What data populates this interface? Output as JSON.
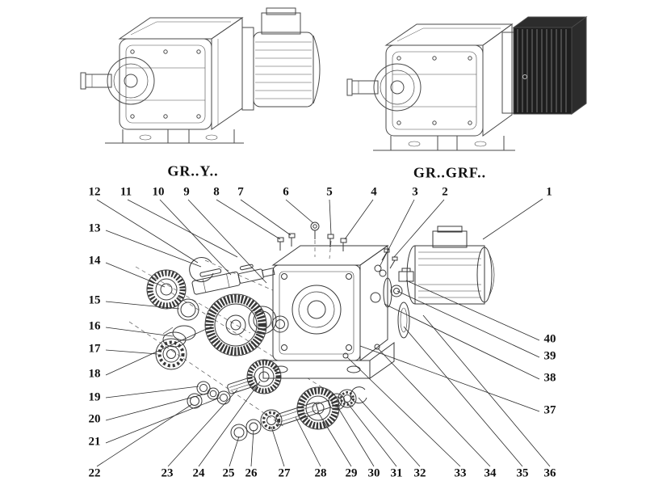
{
  "titles": {
    "left": "GR..Y..",
    "right": "GR..GRF.."
  },
  "callouts": {
    "top": [
      "12",
      "11",
      "10",
      "9",
      "8",
      "7",
      "6",
      "5",
      "4",
      "3",
      "2",
      "1"
    ],
    "left": [
      "13",
      "14",
      "15",
      "16",
      "17",
      "18",
      "19",
      "20",
      "21"
    ],
    "bottom": [
      "22",
      "23",
      "24",
      "25",
      "26",
      "27",
      "28",
      "29",
      "30",
      "31",
      "32",
      "33",
      "34",
      "35",
      "36"
    ],
    "right": [
      "40",
      "39",
      "38",
      "37"
    ]
  },
  "icons": {
    "diagram": "exploded-parts-diagram",
    "left_unit": "gearmotor-line-drawing",
    "right_unit": "gearmotor-with-brake-line-drawing"
  },
  "colors": {
    "line": "#3d3d3d",
    "dark_fill": "#1e1e1e",
    "text": "#111111"
  }
}
